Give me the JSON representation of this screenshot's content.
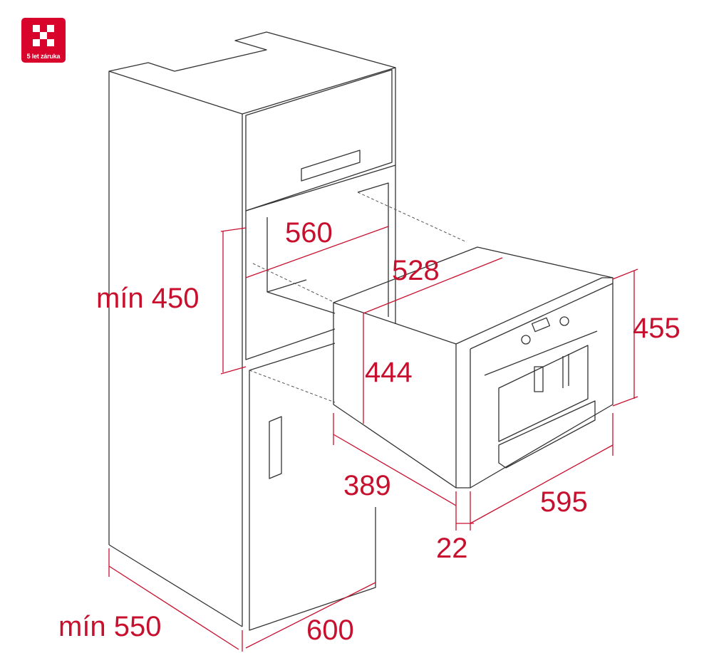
{
  "logo": {
    "text": "5 let záruka",
    "color": "#d9042b"
  },
  "dimensions": {
    "niche_width": "560",
    "niche_height_min": "mín 450",
    "appliance_depth_top": "528",
    "appliance_body_height": "444",
    "appliance_front_height": "455",
    "appliance_depth_side": "389",
    "front_thickness": "22",
    "front_width": "595",
    "cabinet_depth_min": "mín 550",
    "cabinet_width": "600"
  },
  "colors": {
    "dimension": "#c8102e",
    "outline": "#333333"
  }
}
